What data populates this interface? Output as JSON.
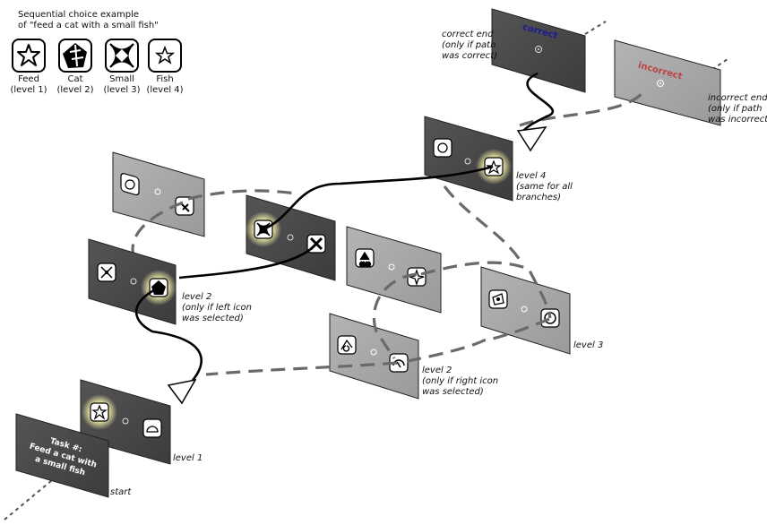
{
  "legend": {
    "title_line1": "Sequential choice example",
    "title_line2": "of \"feed a cat with a small fish\"",
    "items": [
      {
        "name": "Feed",
        "level": "(level 1)",
        "icon": "starfish-icon"
      },
      {
        "name": "Cat",
        "level": "(level 2)",
        "icon": "cat-shape-icon"
      },
      {
        "name": "Small",
        "level": "(level 3)",
        "icon": "small-diamond-icon"
      },
      {
        "name": "Fish",
        "level": "(level 4)",
        "icon": "star-outline-icon"
      }
    ]
  },
  "start_card": {
    "line1": "Task #:",
    "line2": "Feed a cat with",
    "line3": "a small fish"
  },
  "labels": {
    "start": "start",
    "level1": "level 1",
    "level2_left": [
      "level 2",
      "(only if left icon",
      "was selected)"
    ],
    "level2_right": [
      "level 2",
      "(only if right icon",
      "was selected)"
    ],
    "level3": "level 3",
    "level4": [
      "level 4",
      "(same for all",
      "branches)"
    ],
    "correct_end": [
      "correct end",
      "(only if path",
      "was correct)"
    ],
    "incorrect_end": [
      "incorrect end",
      "(only if path",
      "was incorrect)"
    ]
  },
  "end_cards": {
    "correct": "correct",
    "incorrect": "incorrect"
  },
  "colors": {
    "dark_card": "#5c5c5c",
    "light_card": "#a8a8a8",
    "highlight": "#f4f0a0",
    "correct_text": "#1a1a9a",
    "incorrect_text": "#c04040"
  }
}
